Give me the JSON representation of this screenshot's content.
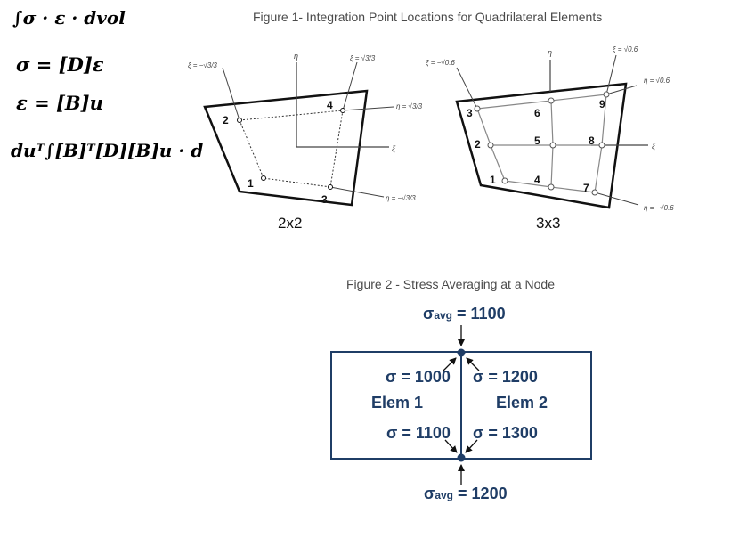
{
  "equations": {
    "eq1": "∫σ · ε · dvol",
    "eq2": "σ = [D]ε",
    "eq3": "ε = [B]u",
    "eq4": "duᵀ∫[B]ᵀ[D][B]u · d"
  },
  "figure1": {
    "title": "Figure 1- Integration Point Locations for Quadrilateral Elements",
    "left_label": "2x2",
    "right_label": "3x3",
    "left_points": [
      "1",
      "2",
      "3",
      "4"
    ],
    "right_points": [
      "1",
      "2",
      "3",
      "4",
      "5",
      "6",
      "7",
      "8",
      "9"
    ],
    "axis_eta": "η",
    "axis_xi": "ξ",
    "xi_neg_label": "ξ = −√3/3",
    "xi_pos_label": "ξ = √3/3",
    "eta_pos_label": "η = √3/3",
    "eta_neg_label": "η = −√3/3",
    "xi_neg_06": "ξ = −√0.6",
    "xi_pos_06": "ξ = √0.6",
    "eta_pos_06": "η = √0.6",
    "eta_neg_06": "η = −√0.6"
  },
  "figure2": {
    "title": "Figure 2 - Stress Averaging at a Node",
    "sigma_avg_top": "= 1100",
    "sigma_avg_bottom": "= 1200",
    "elem1_label": "Elem 1",
    "elem2_label": "Elem 2",
    "e1_top": "= 1000",
    "e2_top": "= 1200",
    "e1_bottom": "= 1100",
    "e2_bottom": "= 1300",
    "sigma_symbol": "σ",
    "avg_subscript": "avg"
  }
}
